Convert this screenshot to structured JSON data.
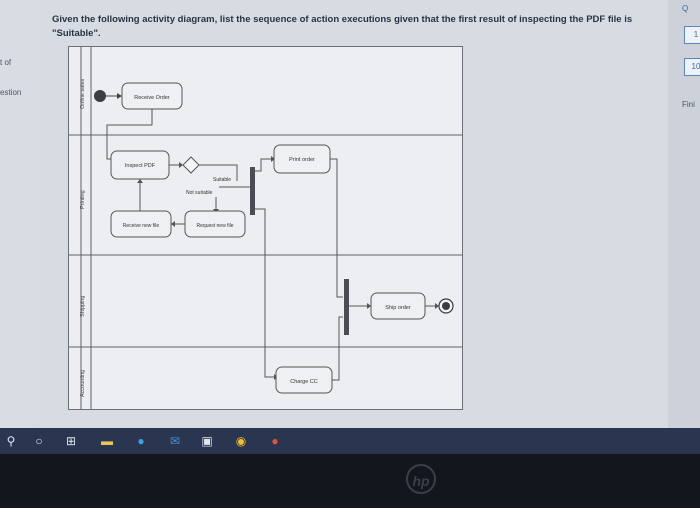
{
  "left_panel": {
    "label1": "t of",
    "label2": "estion"
  },
  "question": {
    "text": "Given the following activity diagram, list the sequence of action executions given that the first result of inspecting the PDF file is \"Suitable\"."
  },
  "right_panel": {
    "top_letter": "Q",
    "btn1": "1",
    "btn2": "10",
    "finish": "Fini"
  },
  "diagram": {
    "lanes": [
      "Online sales",
      "Printing",
      "Shipping",
      "Accounting"
    ],
    "actions": {
      "receive_order": "Receive Order",
      "inspect_pdf": "Inspect PDF",
      "receive_new_file": "Receive new file",
      "request_new_file": "Request new file",
      "print_order": "Print order",
      "ship_order": "Ship order",
      "charge_cc": "Charge CC"
    },
    "guards": {
      "suitable": "Suitable",
      "not_suitable": "Not suitable"
    }
  },
  "taskbar": {
    "icons": [
      "search-icon",
      "task-view-icon",
      "widgets-icon",
      "file-explorer-icon",
      "edge-icon",
      "mail-icon",
      "store-icon",
      "chrome-icon",
      "powerpoint-icon"
    ]
  },
  "bezel": {
    "logo": "hp"
  }
}
